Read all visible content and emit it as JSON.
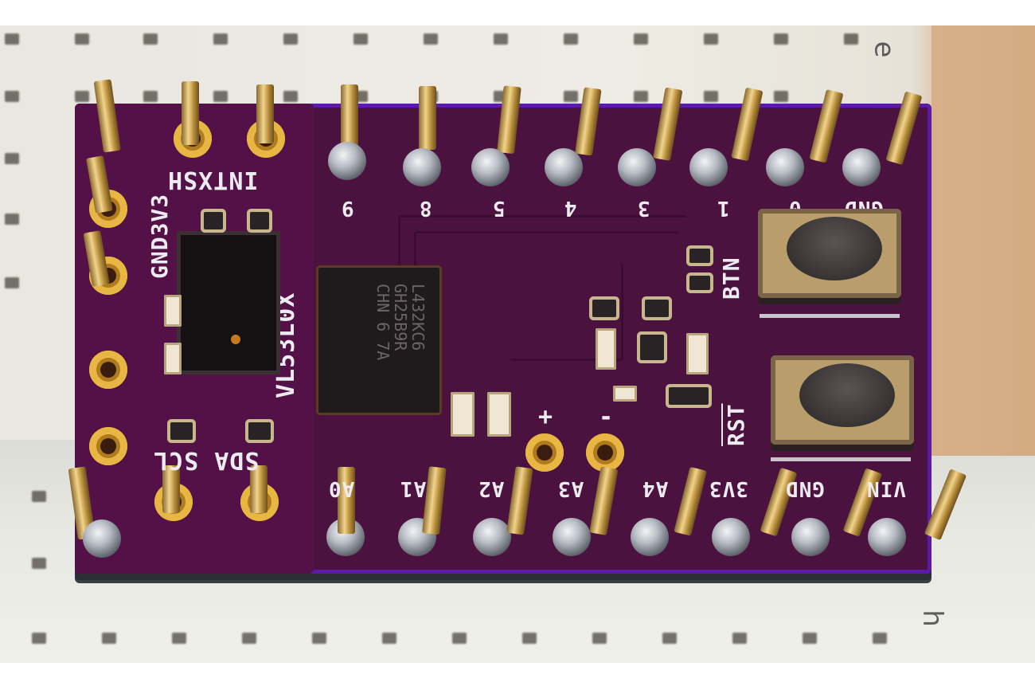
{
  "scene": {
    "description": "Purple PCB breakout board (VL53L0X time-of-flight sensor with microcontroller) plugged into a white solderless breadboard",
    "colors": {
      "pcb_body": "#4b1240",
      "pcb_edge": "#5b1aa8",
      "gold_pad": "#e8b743",
      "breadboard": "#eceae2",
      "background_wood": "#d6ad84",
      "silkscreen": "#ecebef"
    }
  },
  "breadboard": {
    "row_letters": [
      "e",
      "h"
    ]
  },
  "pcb": {
    "sensor_board": {
      "top_pin_labels": [
        "GND",
        "3V3",
        "XSH",
        "INT"
      ],
      "bottom_pin_labels": [
        "SDA",
        "SCL"
      ],
      "sensor_label": "VL53L0X"
    },
    "main_board": {
      "top_pin_labels": [
        "9",
        "8",
        "5",
        "4",
        "3",
        "1",
        "0",
        "GND"
      ],
      "bottom_pin_labels": [
        "A0",
        "A1",
        "A2",
        "A3",
        "A4",
        "3V3",
        "GND",
        "VIN"
      ],
      "battery_labels": [
        "+",
        "-"
      ],
      "mcu_marking": [
        "L432KC6",
        "GH25B9R",
        "CHN 6 7A"
      ],
      "buttons": [
        {
          "label": "BTN"
        },
        {
          "label": "RST"
        }
      ]
    }
  }
}
